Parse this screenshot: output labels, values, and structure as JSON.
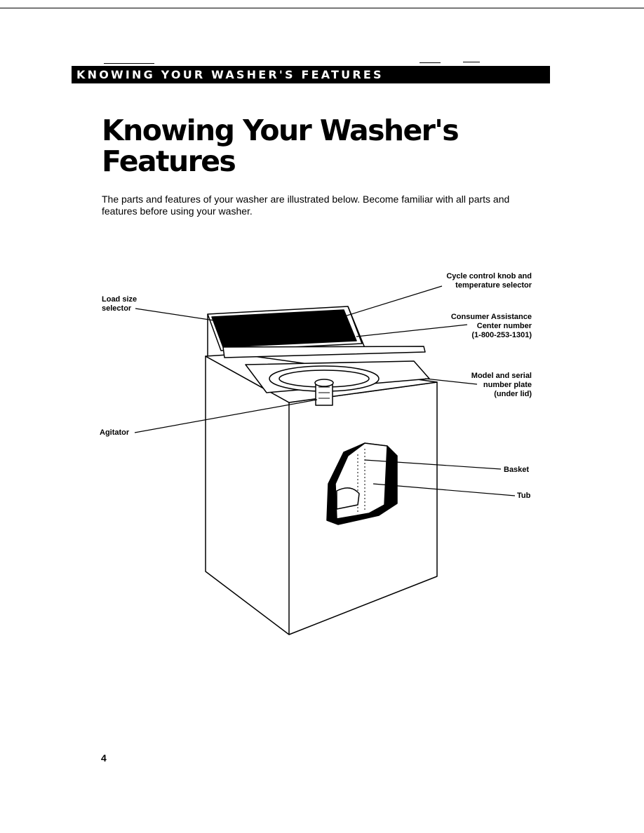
{
  "header": {
    "section_banner": "KNOWING YOUR WASHER'S FEATURES"
  },
  "main": {
    "title_line1": "Knowing Your Washer's",
    "title_line2": "Features",
    "intro_line1": "The parts and features of your washer are illustrated below. Become familiar with all parts and",
    "intro_line2": "features before using your washer."
  },
  "diagram": {
    "labels": {
      "load_size": [
        "Load size",
        "selector"
      ],
      "cycle_control": [
        "Cycle control knob and",
        "temperature selector"
      ],
      "consumer_assistance": [
        "Consumer Assistance",
        "Center number",
        "(1-800-253-1301)"
      ],
      "model_serial": [
        "Model and serial",
        "number plate",
        "(under lid)"
      ],
      "agitator": [
        "Agitator"
      ],
      "basket": [
        "Basket"
      ],
      "tub": [
        "Tub"
      ]
    }
  },
  "footer": {
    "page_number": "4"
  }
}
